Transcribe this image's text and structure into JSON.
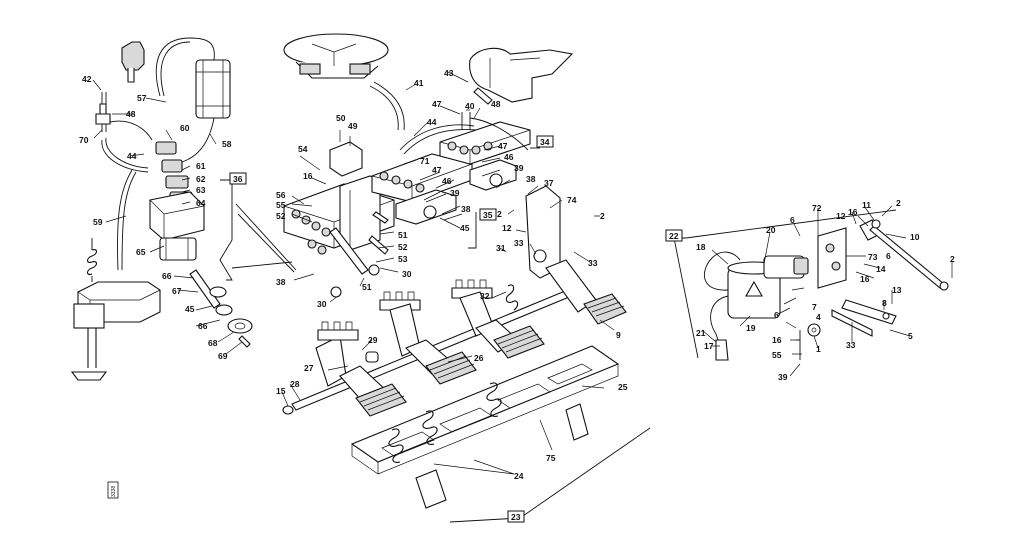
{
  "callouts": {
    "c42": "42",
    "c57": "57",
    "c48a": "48",
    "c70": "70",
    "c60": "60",
    "c58": "58",
    "c44a": "44",
    "c61": "61",
    "c62": "62",
    "c63": "63",
    "c64": "64",
    "c59": "59",
    "c65": "65",
    "c66a": "66",
    "c67": "67",
    "c45a": "45",
    "c66b": "66",
    "c68": "68",
    "c69": "69",
    "c50": "50",
    "c49": "49",
    "c54": "54",
    "c16a": "16",
    "c56": "56",
    "c55a": "55",
    "c52a": "52",
    "c38a": "38",
    "c30a": "30",
    "c51a": "51",
    "c51b": "51",
    "c52b": "52",
    "c53": "53",
    "c30b": "30",
    "c41": "41",
    "c43": "43",
    "c47a": "47",
    "c40": "40",
    "c48b": "48",
    "c44b": "44",
    "c71": "71",
    "c47b": "47",
    "c46a": "46",
    "c47c": "47",
    "c46b": "46",
    "c39a": "39",
    "c39b": "39",
    "c38b": "38",
    "c38c": "38",
    "c45b": "45",
    "c37": "37",
    "c74": "74",
    "c2a": "2",
    "c12a": "12",
    "c33a": "33",
    "c2b": "2",
    "c31": "31",
    "c33b": "33",
    "c32": "32",
    "c9": "9",
    "c29": "29",
    "c27": "27",
    "c26": "26",
    "c28": "28",
    "c15": "15",
    "c25": "25",
    "c75": "75",
    "c24": "24",
    "c18": "18",
    "c20": "20",
    "c6a": "6",
    "c72": "72",
    "c12b": "12",
    "c16b": "16",
    "c11": "11",
    "c2c": "2",
    "c10": "10",
    "c73": "73",
    "c6b": "6",
    "c14": "14",
    "c16c": "16",
    "c2d": "2",
    "c21": "21",
    "c17": "17",
    "c19": "19",
    "c6c": "6",
    "c7": "7",
    "c4": "4",
    "c16d": "16",
    "c55b": "55",
    "c39c": "39",
    "c1": "1",
    "c33c": "33",
    "c13": "13",
    "c8": "8",
    "c5": "5"
  },
  "group_refs": {
    "ref36": "36",
    "ref34": "34",
    "ref35": "35",
    "ref22": "22",
    "ref23": "23"
  },
  "stamp": "3338"
}
